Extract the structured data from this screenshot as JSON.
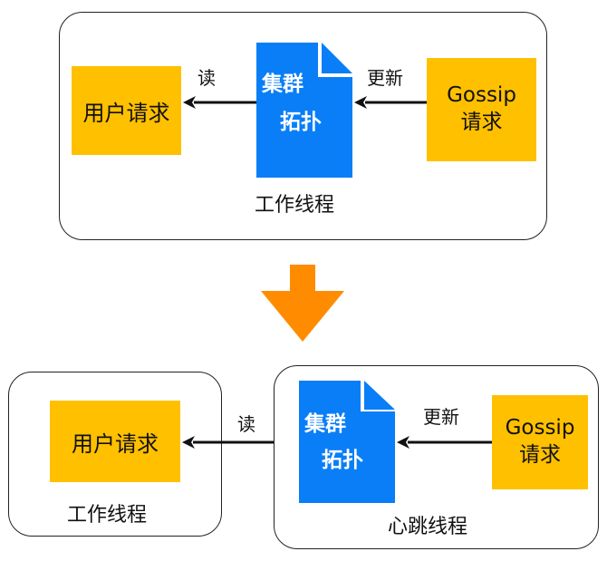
{
  "colors": {
    "request_box": "#FFC000",
    "topology_doc": "#0A7EF7",
    "transition_arrow": "#FF8C00",
    "edge": "#111111"
  },
  "before": {
    "thread_label": "工作线程",
    "user_request": "用户请求",
    "topology": {
      "line1": "集群",
      "line2": "拓扑"
    },
    "gossip": {
      "line1": "Gossip",
      "line2": "请求"
    },
    "read_label": "读",
    "update_label": "更新"
  },
  "transition": {
    "icon": "down-arrow-icon"
  },
  "after": {
    "worker_thread": {
      "label": "工作线程",
      "user_request": "用户请求"
    },
    "heartbeat_thread": {
      "label": "心跳线程",
      "topology": {
        "line1": "集群",
        "line2": "拓扑"
      },
      "gossip": {
        "line1": "Gossip",
        "line2": "请求"
      }
    },
    "read_label": "读",
    "update_label": "更新"
  }
}
